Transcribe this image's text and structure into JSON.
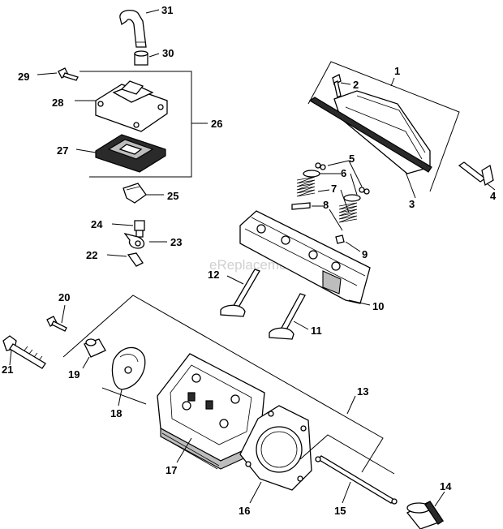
{
  "watermark": "eReplacementParts.com",
  "callouts": [
    "1",
    "2",
    "3",
    "4",
    "5",
    "6",
    "7",
    "8",
    "9",
    "10",
    "11",
    "12",
    "13",
    "14",
    "15",
    "16",
    "17",
    "18",
    "19",
    "20",
    "21",
    "22",
    "23",
    "24",
    "25",
    "26",
    "27",
    "28",
    "29",
    "30",
    "31"
  ]
}
